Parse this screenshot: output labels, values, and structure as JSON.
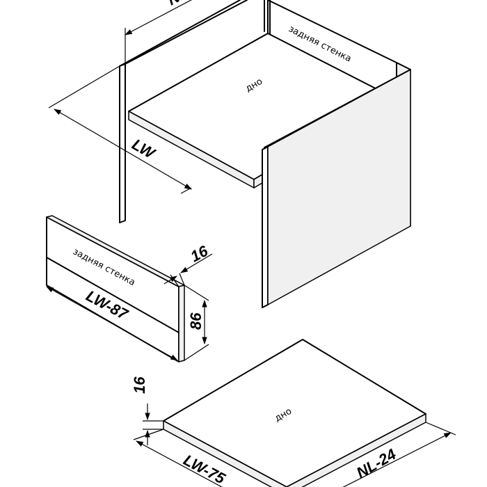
{
  "assembly": {
    "back_wall_label": "задняя стенка",
    "bottom_label": "дно",
    "dim_width": "LW",
    "dim_depth": "NL"
  },
  "back_wall_part": {
    "label": "задняя стенка",
    "dim_length": "LW-87",
    "dim_height": "86",
    "dim_thickness": "16"
  },
  "bottom_part": {
    "label": "дно",
    "dim_width": "LW-75",
    "dim_depth": "NL-24",
    "dim_thickness": "16"
  }
}
